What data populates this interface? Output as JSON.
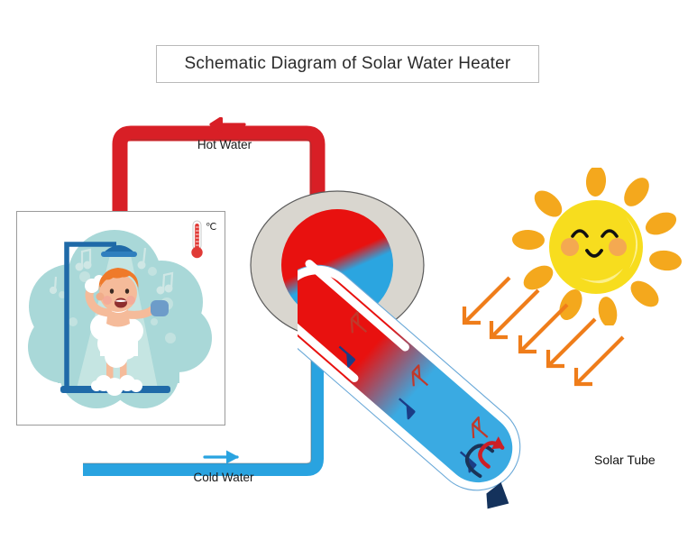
{
  "title": {
    "text": "Schematic Diagram of Solar Water Heater"
  },
  "labels": {
    "hot_water": "Hot Water",
    "cold_water": "Cold Water",
    "solar_tube": "Solar Tube",
    "temperature_unit": "℃"
  },
  "colors": {
    "hot_pipe": "#d81f26",
    "cold_pipe": "#29a3e0",
    "hot_arrow": "#d81f26",
    "cold_arrow": "#29a3e0",
    "tank_outer": "#d9d6cf",
    "tank_hot": "#e8110f",
    "tank_cold": "#2ba5e0",
    "tube_hot": "#e8110f",
    "tube_cold": "#3aaae2",
    "tube_tip": "#14325c",
    "sun_face": "#f7dd1e",
    "sun_rays": "#f4a81d",
    "sun_cheek": "#f3a05a",
    "ray_arrow": "#ef7d1a",
    "up_arrow_outline": "#c0392b",
    "down_arrow": "#1b3d86",
    "panel_border": "#9a9a9a",
    "title_border": "#b9b9b9",
    "shower_blob": "#a9d8d8",
    "shower_frame": "#1f6aa8",
    "skin": "#f5bb9a",
    "hair": "#ef7a2a",
    "towel": "#ffffff"
  },
  "components": {
    "tank": "solar-storage-tank",
    "solar_tube": "evacuated-solar-collector-tube",
    "sun": "smiling-sun",
    "shower": "child-taking-shower-illustration",
    "thermometer": "thermometer-celsius"
  },
  "flow": {
    "hot_direction": "left",
    "cold_direction": "right",
    "tube_hot_arrows": 3,
    "tube_cold_arrows": 3,
    "sun_ray_arrows": 5
  }
}
